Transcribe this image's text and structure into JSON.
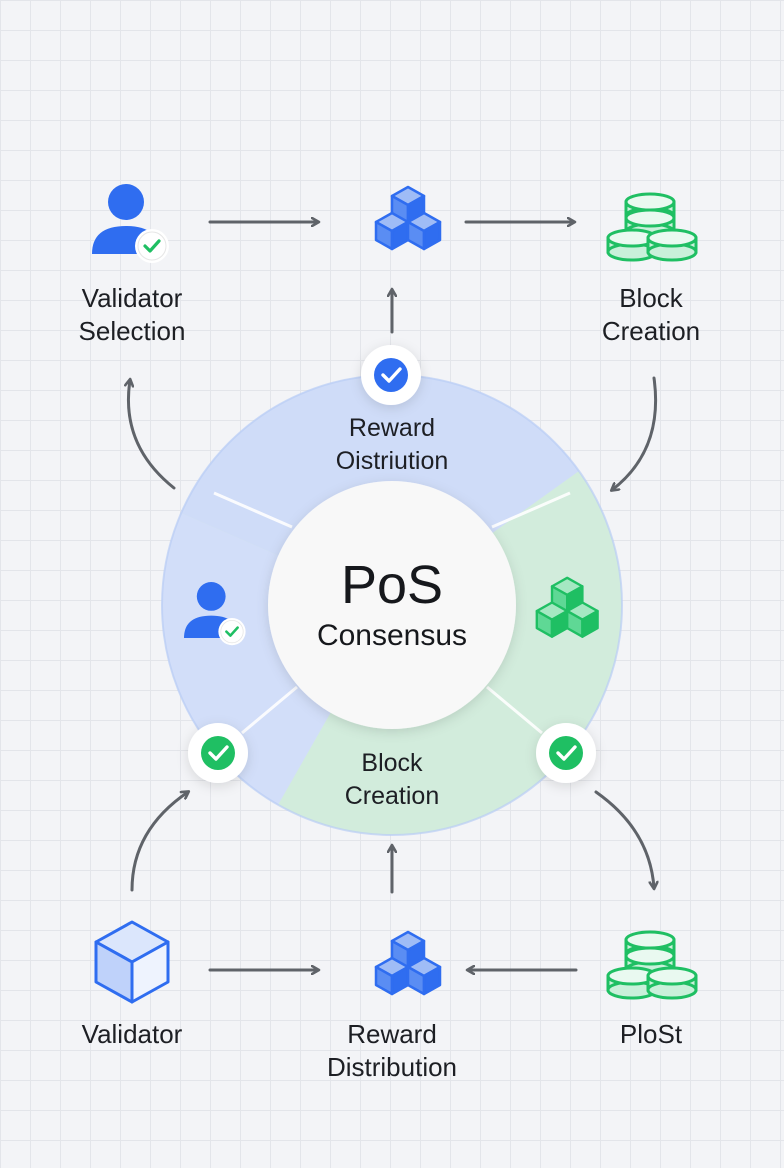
{
  "center": {
    "title": "PoS",
    "subtitle": "Consensus"
  },
  "ring": {
    "top_label": "Reward\nOistriution",
    "bottom_label": "Block\nCreation"
  },
  "nodes": {
    "top_left": "Validator\nSelection",
    "top_right": "Block\nCreation",
    "bottom_left": "Validator",
    "bottom_center": "Reward\nDistribution",
    "bottom_right": "PloSt"
  },
  "colors": {
    "blue": "#2f6df0",
    "green": "#1fbf63",
    "ring_blue": "#cfdcf8",
    "ring_green": "#d3efdf",
    "arrow": "#5f6369"
  },
  "icons": {
    "top_left": "user-check-icon",
    "top_center": "blocks-icon",
    "top_right": "coin-stack-icon",
    "ring_left": "user-check-icon",
    "ring_right": "blocks-icon",
    "bottom_left": "cube-icon",
    "bottom_center": "blocks-icon",
    "bottom_right": "coin-stack-icon"
  }
}
